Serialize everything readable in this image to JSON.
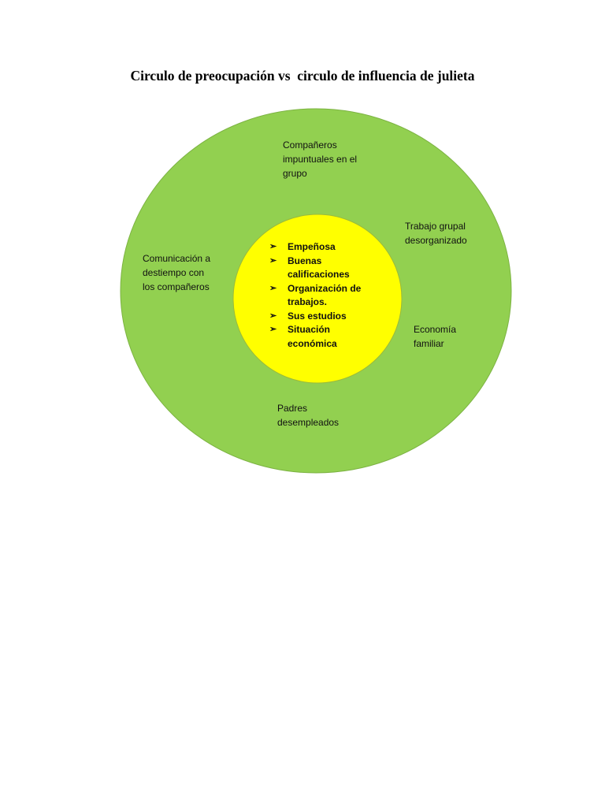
{
  "title": "Circulo de preocupación vs  circulo de influencia de julieta",
  "colors": {
    "outer_circle": "#92d050",
    "inner_circle": "#ffff00"
  },
  "outer_circle": {
    "labels": [
      "Compañeros impuntuales en el grupo",
      "Trabajo  grupal desorganizado",
      "Comunicación a destiempo con los compañeros",
      "Economía familiar",
      "Padres desempleados"
    ]
  },
  "inner_circle": {
    "bullet_icon": "arrow-bullet-icon",
    "items": [
      "Empeñosa",
      "Buenas calificaciones",
      "Organización de trabajos.",
      "Sus estudios",
      "Situación económica"
    ]
  }
}
